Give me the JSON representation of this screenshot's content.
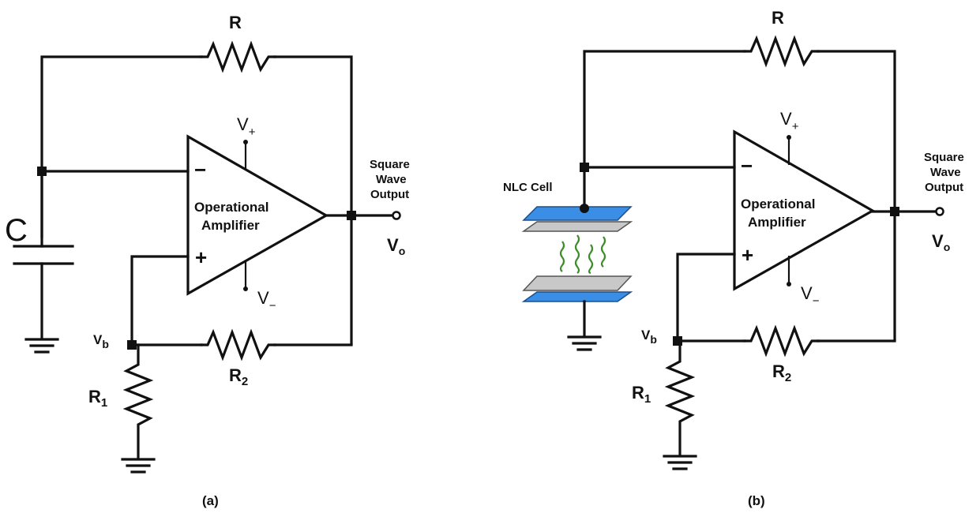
{
  "colors": {
    "wire": "#111111",
    "nlc_plate_blue": "#3a8ee6",
    "nlc_plate_gray": "#c8c8c8",
    "nlc_molecule_green": "#3c8c2a"
  },
  "panel_a": {
    "caption": "(a)",
    "opamp_label_line1": "Operational",
    "opamp_label_line2": "Amplifier",
    "minus_sign": "−",
    "plus_sign": "+",
    "v_plus": "V",
    "v_plus_sub": "+",
    "v_minus": "V",
    "v_minus_sub": "−",
    "feedback_resistor": "R",
    "capacitor": "C",
    "r1": "R",
    "r1_sub": "1",
    "r2": "R",
    "r2_sub": "2",
    "vb": "V",
    "vb_sub": "b",
    "output_line1": "Square",
    "output_line2": "Wave",
    "output_line3": "Output",
    "vo": "V",
    "vo_sub": "o"
  },
  "panel_b": {
    "caption": "(b)",
    "nlc_label": "NLC Cell",
    "opamp_label_line1": "Operational",
    "opamp_label_line2": "Amplifier",
    "minus_sign": "−",
    "plus_sign": "+",
    "v_plus": "V",
    "v_plus_sub": "+",
    "v_minus": "V",
    "v_minus_sub": "−",
    "feedback_resistor": "R",
    "r1": "R",
    "r1_sub": "1",
    "r2": "R",
    "r2_sub": "2",
    "vb": "V",
    "vb_sub": "b",
    "output_line1": "Square",
    "output_line2": "Wave",
    "output_line3": "Output",
    "vo": "V",
    "vo_sub": "o"
  }
}
